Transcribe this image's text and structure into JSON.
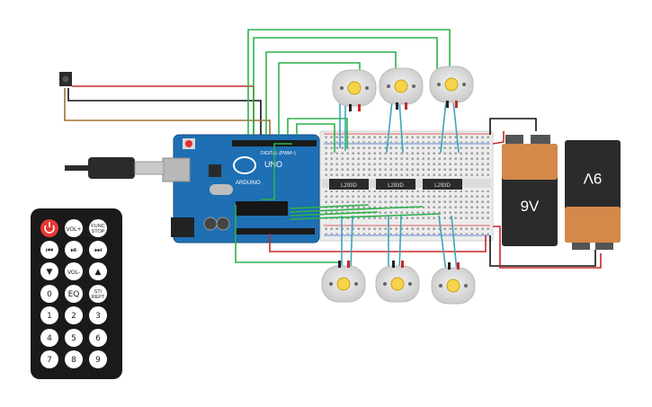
{
  "arduino": {
    "brand_text": "ARDUINO",
    "model_text": "UNO",
    "digital_text": "DIGITAL (PWM~)"
  },
  "drivers": [
    {
      "label": "L293D"
    },
    {
      "label": "L293D"
    },
    {
      "label": "L293D"
    }
  ],
  "batteries": [
    {
      "label": "9V"
    },
    {
      "label": "9V"
    }
  ],
  "remote": {
    "rows": [
      [
        "power",
        "VOL+",
        "FUNC/STOP"
      ],
      [
        "|◀◀",
        "▶||",
        "▶▶|"
      ],
      [
        "▼",
        "VOL-",
        "▲"
      ],
      [
        "0",
        "EQ",
        "ST/REPT"
      ],
      [
        "1",
        "2",
        "3"
      ],
      [
        "4",
        "5",
        "6"
      ],
      [
        "7",
        "8",
        "9"
      ]
    ],
    "keys": {
      "vol_up": "VOL+",
      "func_1": "FUNC",
      "func_2": "STOP",
      "prev": "⏮",
      "play": "⏯",
      "next": "⏭",
      "down": "▼",
      "vol_down": "VOL-",
      "up": "▲",
      "k0": "0",
      "eq": "EQ",
      "st_1": "ST/",
      "st_2": "REPT",
      "k1": "1",
      "k2": "2",
      "k3": "3",
      "k4": "4",
      "k5": "5",
      "k6": "6",
      "k7": "7",
      "k8": "8",
      "k9": "9"
    }
  },
  "colors": {
    "board": "#1e6fb3",
    "breadboard": "#ebebeb",
    "chip": "#2a2a2a",
    "battery_orange": "#d4884a",
    "battery_black": "#2b2b2b",
    "wire_green": "#2db24a",
    "wire_red": "#c62828",
    "wire_black": "#111111",
    "wire_teal": "#3aa6b9",
    "wire_brown": "#a0703a",
    "power_button": "#e53935"
  },
  "icons": [
    "usb-cable-icon",
    "ir-receiver-icon",
    "dc-motor-icon",
    "power-icon"
  ]
}
